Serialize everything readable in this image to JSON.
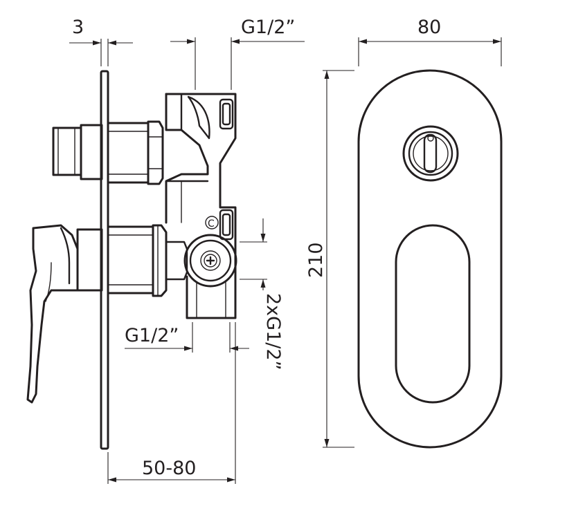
{
  "labels": {
    "dim_plate_thickness": "3",
    "dim_top_thread": "G1/2”",
    "dim_plate_width": "80",
    "dim_plate_height": "210",
    "dim_side_outlets": "2xG1/2”",
    "dim_bottom_thread": "G1/2”",
    "dim_depth": "50-80",
    "cold_mark": "C"
  },
  "colors": {
    "line": "#231f20",
    "background": "#ffffff"
  }
}
